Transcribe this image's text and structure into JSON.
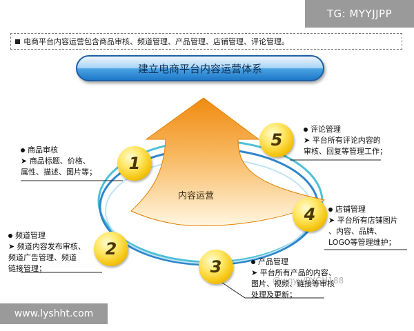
{
  "watermark_top": "TG: MYYJJPP",
  "intro": "电商平台内容运营包含商品审核、频道管理、产品管理、店铺管理、评论管理。",
  "banner": "建立电商平台内容运营体系",
  "center_label": "内容运营",
  "nodes": [
    {
      "num": "1",
      "title": "商品审核",
      "body": "➤ 商品标题、价格、\n属性、描述、图片等；"
    },
    {
      "num": "2",
      "title": "频道管理",
      "body": "➤ 频道内容发布审核、\n频道广告管理、频道\n链接管理；"
    },
    {
      "num": "3",
      "title": "产品管理",
      "body": "➤ 平台所有产品的内容、\n图片、视频、链接等审核\n处理及更新；"
    },
    {
      "num": "4",
      "title": "店铺管理",
      "body": "➤ 平台所有店铺图片\n、内容、品牌、\nLOGO等管理维护；"
    },
    {
      "num": "5",
      "title": "评论管理",
      "body": "➤ 平台所有评论内容的\n审核、回复等管理工作；"
    }
  ],
  "watermark_mid": "@wqyy/PYGH188",
  "watermark_bottom": "www.lyshht.com",
  "colors": {
    "arrow_top": "#f08a10",
    "arrow_bottom": "#fff6e0",
    "ring_blue": "#2f86cc",
    "ring_teal": "#4cc0d8",
    "badge": "#f4c20a"
  }
}
